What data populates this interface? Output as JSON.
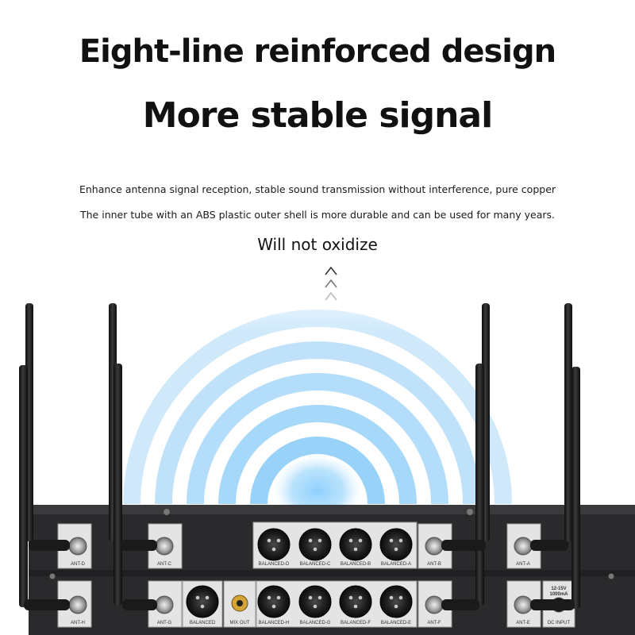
{
  "headline": {
    "line1": "Eight-line reinforced design",
    "line2": "More stable signal"
  },
  "description": {
    "line1": "Enhance antenna signal reception, stable sound transmission without interference, pure copper",
    "line2": "The inner tube with an ABS plastic outer shell is more durable and can be used for many years.",
    "line3": "Will not oxidize"
  },
  "panel": {
    "top_row": {
      "ant_left": [
        "ANT-D",
        "ANT-C"
      ],
      "balanced": [
        "BALANCED-D",
        "BALANCED-C",
        "BALANCED-B",
        "BALANCED-A"
      ],
      "ant_right": [
        "ANT-B",
        "ANT-A"
      ]
    },
    "bottom_row": {
      "ant_left": [
        "ANT-H",
        "ANT-G"
      ],
      "balanced_main": "BALANCED",
      "mix_out": "MIX OUT",
      "balanced": [
        "BALANCED-H",
        "BALANCED-G",
        "BALANCED-F",
        "BALANCED-E"
      ],
      "ant_right": [
        "ANT-F",
        "ANT-E"
      ],
      "dc_input": "DC INPUT",
      "power_spec_line1": "12-15V",
      "power_spec_line2": "1000mA"
    }
  },
  "colors": {
    "wave": "#bfe3fb",
    "wave_core": "#7cc3f3",
    "panel": "#2b2b2d",
    "antenna": "#1b1b1b"
  }
}
